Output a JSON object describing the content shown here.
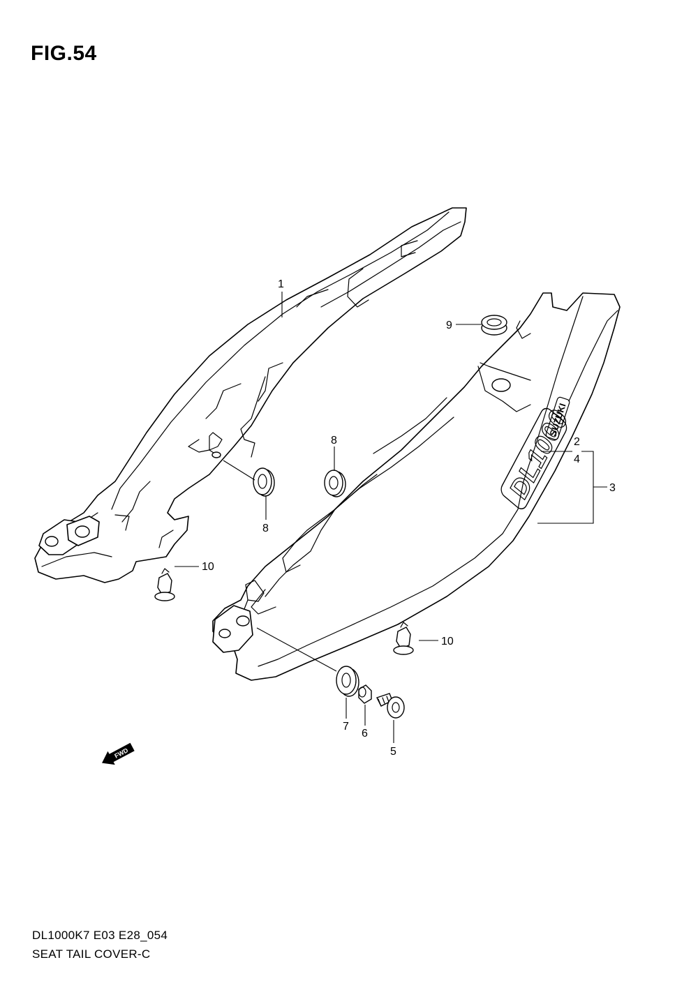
{
  "figure": {
    "title": "FIG.54"
  },
  "footer": {
    "model_code": "DL1000K7 E03 E28_054",
    "section_name": "SEAT TAIL COVER-C"
  },
  "callouts": {
    "c1": "1",
    "c2": "2",
    "c3": "3",
    "c4": "4",
    "c5": "5",
    "c6": "6",
    "c7": "7",
    "c8a": "8",
    "c8b": "8",
    "c9": "9",
    "c10a": "10",
    "c10b": "10"
  },
  "logo": {
    "model": "DL1000",
    "brand": "SUZUKI"
  },
  "fwd_marker": "FWD"
}
